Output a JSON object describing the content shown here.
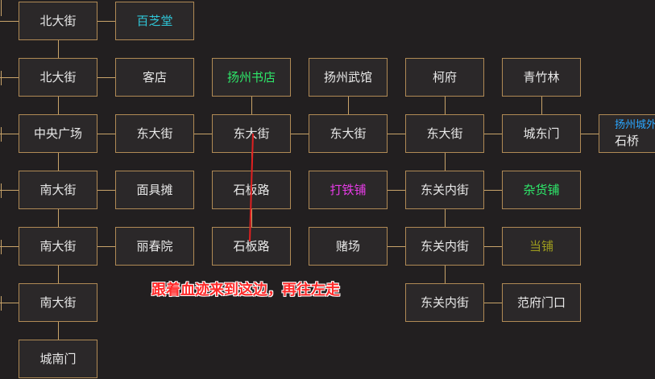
{
  "colors": {
    "default_text": "#e8e8e8",
    "cyan": "#2fc6d8",
    "green": "#2ee86a",
    "magenta": "#e63ce6",
    "olive": "#9c9a1e",
    "blue": "#2aa6ff",
    "annotation": "#ff2a2a"
  },
  "rooms": {
    "bei_da_jie_1": {
      "label": "北大街",
      "color": "default_text"
    },
    "bai_zhi_tang": {
      "label": "百芝堂",
      "color": "cyan"
    },
    "bei_da_jie_2": {
      "label": "北大街",
      "color": "default_text"
    },
    "ke_dian": {
      "label": "客店",
      "color": "default_text"
    },
    "yangzhou_shudian": {
      "label": "扬州书店",
      "color": "green"
    },
    "yangzhou_wuguan": {
      "label": "扬州武馆",
      "color": "default_text"
    },
    "ke_fu": {
      "label": "柯府",
      "color": "default_text"
    },
    "qing_zhu_lin": {
      "label": "青竹林",
      "color": "default_text"
    },
    "zhong_yang_guang_chang": {
      "label": "中央广场",
      "color": "default_text"
    },
    "dong_da_jie_1": {
      "label": "东大街",
      "color": "default_text"
    },
    "dong_da_jie_2": {
      "label": "东大街",
      "color": "default_text"
    },
    "dong_da_jie_3": {
      "label": "东大街",
      "color": "default_text"
    },
    "dong_da_jie_4": {
      "label": "东大街",
      "color": "default_text"
    },
    "cheng_dong_men": {
      "label": "城东门",
      "color": "default_text"
    },
    "shi_qiao_area": {
      "label": "扬州城外",
      "sublabel": "石桥",
      "color": "blue"
    },
    "nan_da_jie_1": {
      "label": "南大街",
      "color": "default_text"
    },
    "mian_ju_tan": {
      "label": "面具摊",
      "color": "default_text"
    },
    "shi_ban_lu_1": {
      "label": "石板路",
      "color": "default_text"
    },
    "da_tie_pu": {
      "label": "打铁铺",
      "color": "magenta"
    },
    "dong_guan_nei_jie_1": {
      "label": "东关内街",
      "color": "default_text"
    },
    "za_huo_pu": {
      "label": "杂货铺",
      "color": "green"
    },
    "nan_da_jie_2": {
      "label": "南大街",
      "color": "default_text"
    },
    "li_chun_yuan": {
      "label": "丽春院",
      "color": "default_text"
    },
    "shi_ban_lu_2": {
      "label": "石板路",
      "color": "default_text"
    },
    "du_chang": {
      "label": "赌场",
      "color": "default_text"
    },
    "dong_guan_nei_jie_2": {
      "label": "东关内街",
      "color": "default_text"
    },
    "dang_pu": {
      "label": "当铺",
      "color": "olive"
    },
    "nan_da_jie_3": {
      "label": "南大街",
      "color": "default_text"
    },
    "dong_guan_nei_jie_3": {
      "label": "东关内街",
      "color": "default_text"
    },
    "fan_fu_men_kou": {
      "label": "范府门口",
      "color": "default_text"
    },
    "cheng_nan_men": {
      "label": "城南门",
      "color": "default_text"
    }
  },
  "annotation": {
    "text": "跟着血迹来到这边，再往左走"
  }
}
